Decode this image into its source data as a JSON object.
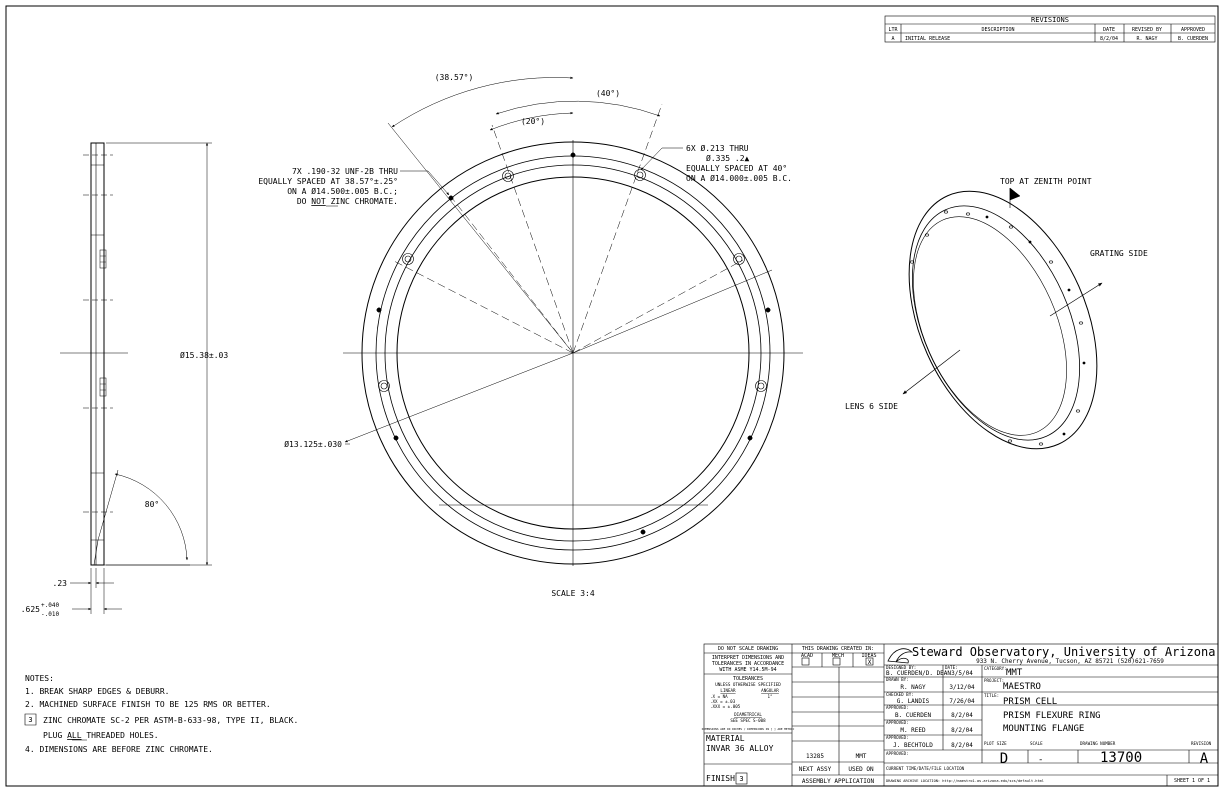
{
  "revisions": {
    "title": "REVISIONS",
    "headers": [
      "LTR",
      "DESCRIPTION",
      "DATE",
      "REVISED BY",
      "APPROVED"
    ],
    "rows": [
      [
        "A",
        "INITIAL RELEASE",
        "8/2/04",
        "R. NAGY",
        "B. CUERDEN"
      ]
    ]
  },
  "drawing": {
    "dim_38": "(38.57°)",
    "dim_40": "(40°)",
    "dim_20": "(20°)",
    "note_6x": [
      "6X Ø.213 THRU",
      "Ø.335 .2▲",
      "EQUALLY SPACED AT 40°",
      "ON A Ø14.000±.005 B.C."
    ],
    "note_7x": [
      "7X .190-32 UNF-2B THRU",
      "EQUALLY SPACED AT 38.57°±.25°",
      "ON A Ø14.500±.005 B.C.;"
    ],
    "note_7x_last_pre": "DO ",
    "note_7x_last_u": "NOT",
    "note_7x_last_post": " ZINC CHROMATE.",
    "dim_od": "Ø15.38±.03",
    "dim_id": "Ø13.125±.030",
    "angle_80": "80°",
    "dim_23": ".23",
    "dim_625": ".625",
    "tol_plus": "+.040",
    "tol_minus": "-.010",
    "scale": "SCALE 3:4",
    "top_zenith": "TOP AT ZENITH POINT",
    "grating": "GRATING SIDE",
    "lens": "LENS 6 SIDE"
  },
  "notes": {
    "title": "NOTES:",
    "items": [
      "1. BREAK SHARP EDGES & DEBURR.",
      "2. MACHINED SURFACE FINISH TO BE 125 RMS OR BETTER.",
      "ZINC CHROMATE SC-2 PER ASTM-B-633-98, TYPE II, BLACK."
    ],
    "note3_num": "3",
    "plug_pre": "PLUG ",
    "plug_u": "ALL",
    "plug_post": " THREADED HOLES.",
    "item4": "4. DIMENSIONS ARE BEFORE ZINC CHROMATE."
  },
  "title_block": {
    "do_not_scale": "DO NOT SCALE DRAWING",
    "interpret": [
      "INTERPRET DIMENSIONS AND",
      "TOLERANCES IN ACCORDANCE",
      "WITH ASME Y14.5M-94"
    ],
    "tolerances": "TOLERANCES",
    "unless": "UNLESS OTHERWISE SPECIFIED",
    "linear": "LINEAR",
    "angular": "ANGULAR",
    "tol_lines": [
      ".X   = NA",
      ".XX  = ±.03",
      ".XXX = ±.005"
    ],
    "angular_val": "1°",
    "diametrical": "DIAMETRICAL",
    "see_spec": "SEE SPEC S-008",
    "dims_note": "DIMENSIONS ARE IN INCHES / DIMENSIONS IN [ ] ARE METRIC",
    "material_label": "MATERIAL",
    "material": "INVAR 36 ALLOY",
    "finish_label": "FINISH",
    "finish_num": "3",
    "created_in": "THIS DRAWING CREATED IN:",
    "acad": "ACAD",
    "mech": "MECH",
    "ideas": "IDEAS",
    "ideas_mark": "X",
    "next_assy_val": "13285",
    "used_on_val": "MMT",
    "next_assy": "NEXT ASSY",
    "used_on": "USED ON",
    "assembly_application": "ASSEMBLY APPLICATION",
    "org": "Steward Observatory, University of Arizona",
    "address": "933 N. Cherry Avenue, Tucson, AZ  85721   (520)621-7659",
    "designed_by_label": "DESIGNED BY:",
    "designed_by": "B. CUERDEN/D. DEAN",
    "date_label": "DATE:",
    "designed_date": "3/5/04",
    "drawn_by_label": "DRAWN BY:",
    "drawn_by": "R. NAGY",
    "drawn_date": "3/12/04",
    "checked_by_label": "CHECKED BY:",
    "checked_by": "G. LANDIS",
    "checked_date": "7/26/04",
    "approved_label": "APPROVED:",
    "approved1": "B. CUERDEN",
    "approved1_date": "8/2/04",
    "approved2": "M. REED",
    "approved2_date": "8/2/04",
    "approved3": "J. BECHTOLD",
    "approved3_date": "8/2/04",
    "category_label": "CATEGORY:",
    "category": "MMT",
    "project_label": "PROJECT:",
    "project": "MAESTRO",
    "title_label": "TITLE:",
    "title_lines": [
      "PRISM CELL",
      "PRISM FLEXURE RING",
      "MOUNTING FLANGE"
    ],
    "plot_size_label": "PLOT SIZE",
    "plot_size": "D",
    "scale_label": "SCALE",
    "scale_val": "-",
    "drawing_number_label": "DRAWING NUMBER",
    "drawing_number": "13700",
    "revision_label": "REVISION",
    "revision": "A",
    "archive_label": "CURRENT TIME/DATE/FILE LOCATION",
    "archive": "DRAWING ARCHIVE LOCATION: http://maestro1.as.arizona.edu/scs/default.html",
    "sheet": "SHEET 1 OF 1"
  }
}
